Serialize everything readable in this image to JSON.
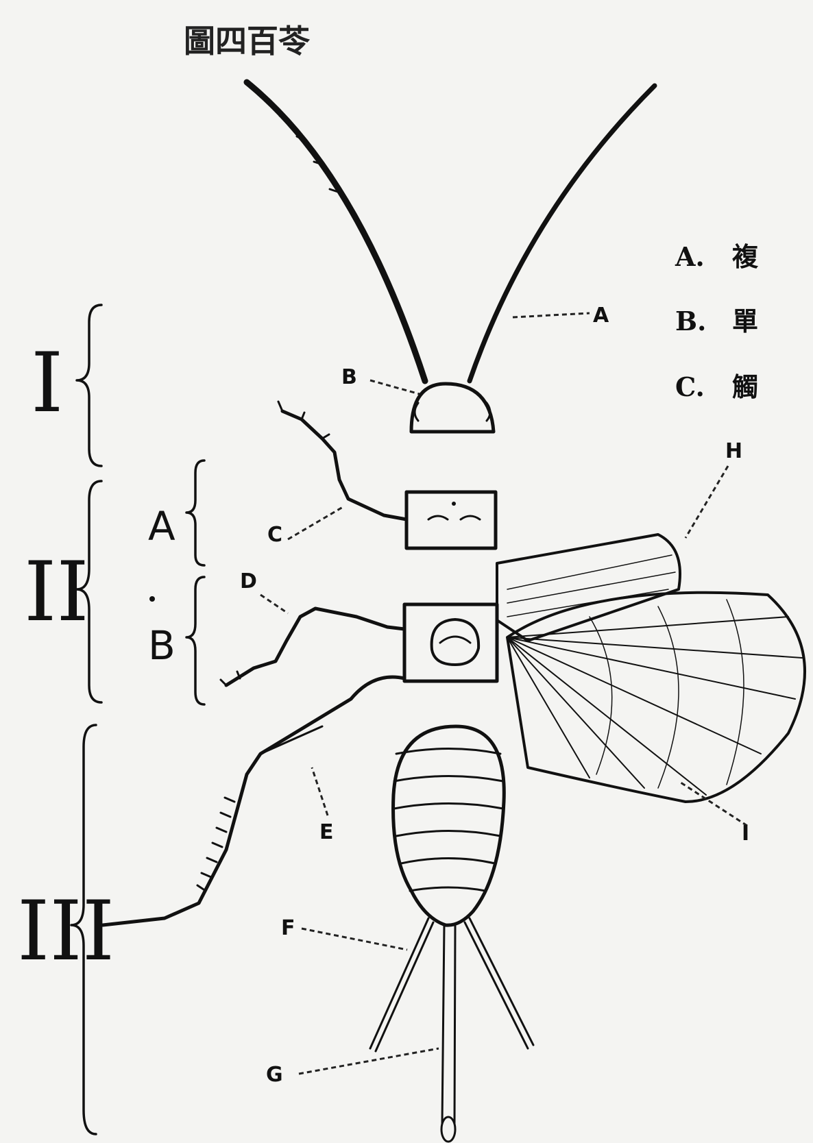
{
  "title": "圖四百苓",
  "regions": [
    "I",
    "II",
    "III"
  ],
  "subregions": [
    "A",
    "B"
  ],
  "part_labels": [
    "A",
    "B",
    "C",
    "D",
    "E",
    "F",
    "G",
    "H",
    "I"
  ],
  "legend": [
    {
      "key": "A.",
      "text": "複"
    },
    {
      "key": "B.",
      "text": "單"
    },
    {
      "key": "C.",
      "text": "觸"
    }
  ],
  "colors": {
    "paper": "#f4f4f2",
    "ink": "#111111"
  }
}
